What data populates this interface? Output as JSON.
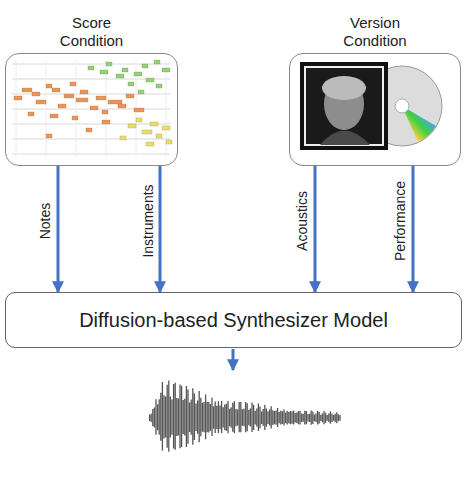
{
  "diagram": {
    "nodes": [
      {
        "text": [
          "Score Condition"
        ]
      },
      {
        "text": [
          "Version Condition"
        ]
      },
      {
        "text": [
          "Diffusion-based Synthesizer Model"
        ]
      }
    ],
    "edges": [
      {
        "from": 0,
        "to": 2,
        "arrow": "to",
        "label": "Notes"
      },
      {
        "from": 0,
        "to": 2,
        "arrow": "to",
        "label": "Instruments"
      },
      {
        "from": 1,
        "to": 2,
        "arrow": "to",
        "label": "Acoustics"
      },
      {
        "from": 1,
        "to": 2,
        "arrow": "to",
        "label": "Performance"
      }
    ]
  }
}
